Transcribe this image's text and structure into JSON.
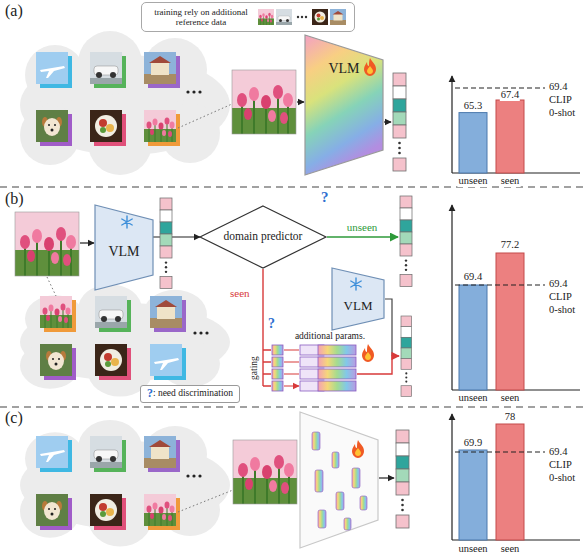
{
  "diagram": {
    "nodes": [
      {
        "text": [
          "training rely on additional reference data"
        ]
      },
      {
        "text": [
          "VLM"
        ]
      },
      {
        "text": [
          "VLM"
        ]
      },
      {
        "text": [
          "domain predictor"
        ]
      },
      {
        "text": [
          "VLM"
        ]
      },
      {
        "text": [
          "?",
          ": need discrimination"
        ]
      }
    ],
    "edges": [
      {
        "from": 2,
        "to": 3,
        "arrow": "to"
      }
    ],
    "labels": [
      "(a)",
      "65.3",
      "67.4",
      "69.4",
      "CLIP",
      "0-shot",
      "unseen",
      "seen",
      "(b)",
      "?",
      "unseen",
      "seen",
      "gating",
      "?",
      "additional params.",
      "69.4",
      "77.2",
      "69.4",
      "CLIP",
      "0-shot",
      "unseen",
      "seen",
      "(c)",
      "69.9",
      "78",
      "69.4",
      "CLIP",
      "0-shot",
      "unseen",
      "seen"
    ]
  }
}
